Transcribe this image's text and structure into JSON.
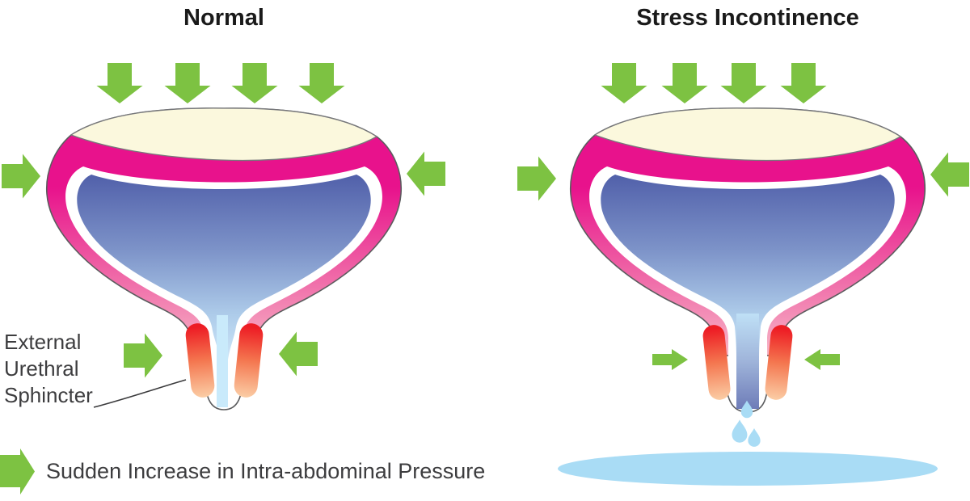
{
  "diagram": {
    "panels": [
      {
        "title": "Normal"
      },
      {
        "title": "Stress Incontinence"
      }
    ],
    "sphincter_label": {
      "lines": [
        "External",
        "Urethral",
        "Sphincter"
      ]
    },
    "legend": {
      "text": "Sudden Increase in Intra-abdominal Pressure"
    },
    "colors": {
      "arrow_green": "#7DC242",
      "wall_magenta": "#E8128C",
      "wall_pink_mid": "#EE5AA2",
      "wall_pink_light": "#F7B6C6",
      "interior_blue_dark": "#5160AA",
      "interior_blue_mid": "#7C92C8",
      "interior_blue_pale": "#AECCEA",
      "interior_blue_light": "#D5ECFB",
      "dome_cream": "#FBF8DD",
      "sphincter_red": "#ED1C24",
      "sphincter_orange": "#F4764F",
      "sphincter_peach": "#FBCDA5",
      "urethra_closed_blue": "#C9EAFB",
      "urethra_open_blue_top": "#BFE0F6",
      "urethra_open_blue_bottom": "#6E7CB8",
      "urine_blue": "#A9DCF5",
      "outline_gray": "#5B5C5E",
      "text_black": "#1a1a1a",
      "label_gray": "#3d3d3f"
    }
  }
}
